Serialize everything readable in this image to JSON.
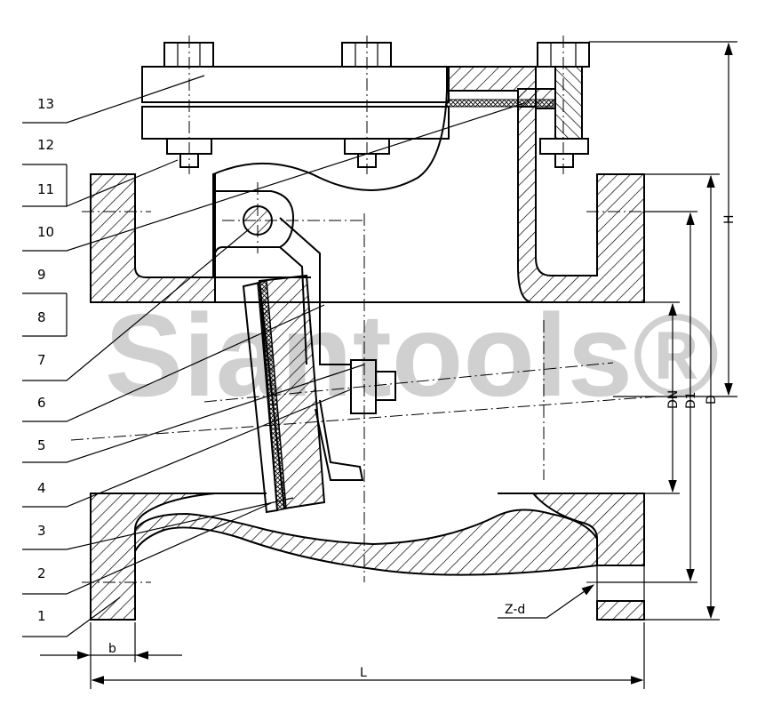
{
  "callouts": [
    "13",
    "12",
    "11",
    "10",
    "9",
    "8",
    "7",
    "6",
    "5",
    "4",
    "3",
    "2",
    "1"
  ],
  "dimensions": {
    "H": "H",
    "DN": "DN",
    "D1": "D1",
    "D": "D",
    "L": "L",
    "b": "b",
    "Zd": "Z-d"
  },
  "watermark": "Siantools®"
}
